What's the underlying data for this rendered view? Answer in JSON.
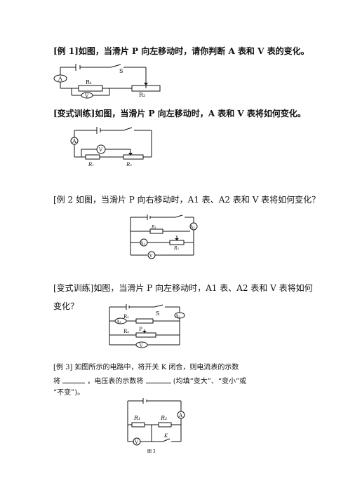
{
  "problems": {
    "ex1": {
      "title": "[例 1]如图，当滑片 P 向左移动时，请你判断 A 表和 V 表的变化。"
    },
    "var1": {
      "title": "[变式训练]如图，当滑片 P 向左移动时，A 表和 V 表将如何变化。"
    },
    "ex2": {
      "title": "[例 2  如图，当滑片 P 向右移动时，A1 表、A2 表和 V 表将如何变化？"
    },
    "var2": {
      "line1": "[变式训练]如图，当滑片 P 向左移动时，A1 表、A2 表和 V 表将如何",
      "line2": "变化？"
    },
    "ex3": {
      "line1": "[例 3]  如图所示的电路中，将开关 K 闭合，则电流表的示数",
      "line2a": "将",
      "line2b": "，电压表的示数将",
      "line2c": "(均填“变大”、“变小”或",
      "line3": "“不变”)。"
    }
  },
  "circuits": {
    "c1": {
      "ammeter": "A",
      "voltmeter": "V",
      "switch": "S",
      "r1": "R₁",
      "r2": "R₂"
    },
    "c2": {
      "ammeter": "A",
      "voltmeter": "V",
      "r1": "R₁",
      "r2": "R₂"
    },
    "c3": {
      "a1": "A₁",
      "a2": "A₂",
      "voltmeter": "V",
      "r1": "R₁",
      "r2": "R₂"
    },
    "c4": {
      "a1": "A₁",
      "a2": "A₂",
      "voltmeter": "V",
      "switch": "S",
      "r1": "R₁",
      "r2": "R₂",
      "slider": "P"
    },
    "c5": {
      "ammeter": "A",
      "voltmeter": "V",
      "switch": "K",
      "r1": "R₁",
      "r2": "R₂",
      "caption": "图 3"
    }
  }
}
